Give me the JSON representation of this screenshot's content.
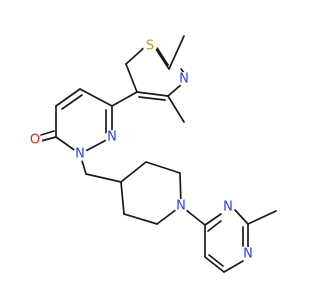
{
  "molecule": {
    "atom_labels": {
      "s1": "S",
      "n_thiazole": "N",
      "o1": "O",
      "n1": "N",
      "n2": "N",
      "n_piperidine": "N",
      "n_pyr_a": "N",
      "n_pyr_b": "N"
    },
    "colors": {
      "bond": "#1a1a1a",
      "S": "#b5a400",
      "N": "#2b3fe0",
      "O": "#e0261c"
    }
  }
}
